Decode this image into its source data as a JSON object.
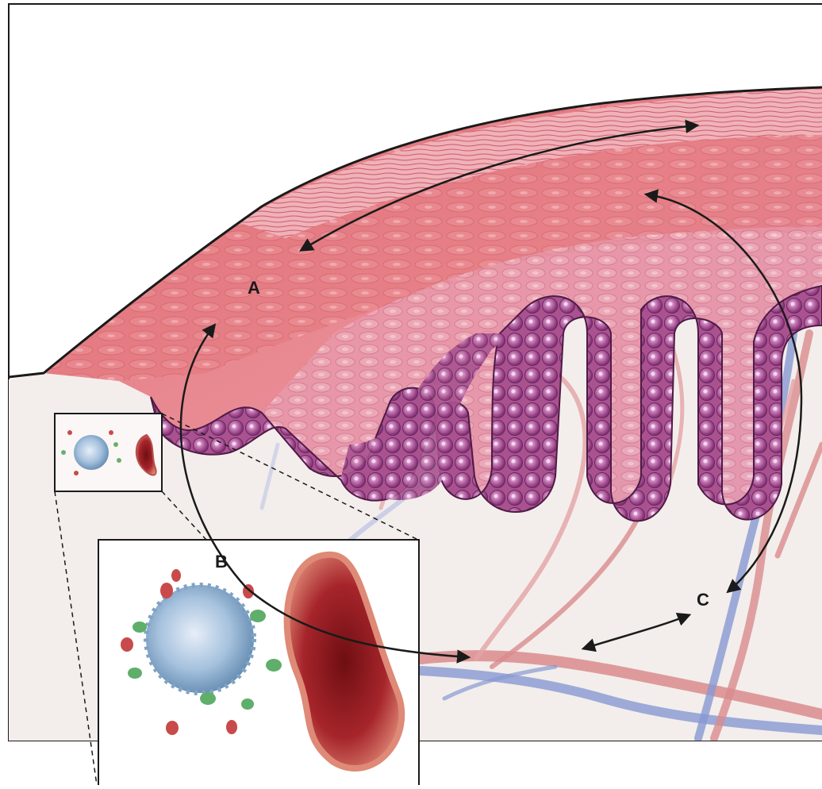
{
  "labels": {
    "a": "A",
    "b": "B",
    "c": "C"
  },
  "colors": {
    "stratum_corneum": "#e89aa6",
    "epidermis": "#e07f8a",
    "basal_cells": "#b4579a",
    "dermis": "#f4efec",
    "artery": "#d98b8d",
    "vein": "#7f8fcf",
    "leukocyte": "#8fb6d6",
    "erythrocyte": "#b3323a",
    "arrow": "#1a1a1a"
  }
}
